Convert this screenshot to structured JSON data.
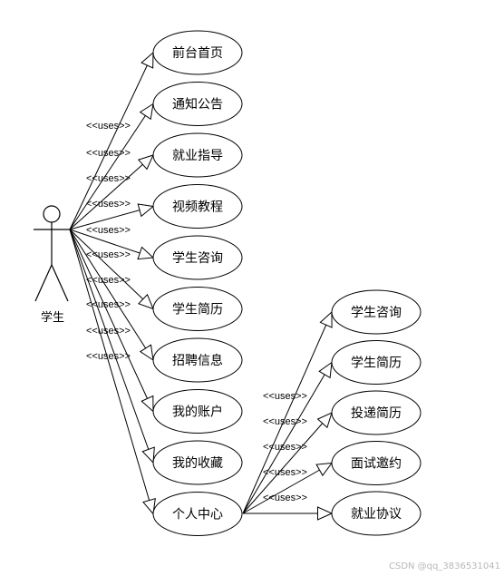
{
  "actor": {
    "label": "学生"
  },
  "stereotype": "<<uses>>",
  "left_use_cases": [
    "前台首页",
    "通知公告",
    "就业指导",
    "视频教程",
    "学生咨询",
    "学生简历",
    "招聘信息",
    "我的账户",
    "我的收藏",
    "个人中心"
  ],
  "right_use_cases": [
    "学生咨询",
    "学生简历",
    "投递简历",
    "面试邀约",
    "就业协议"
  ],
  "watermark": "CSDN @qq_3836531041"
}
